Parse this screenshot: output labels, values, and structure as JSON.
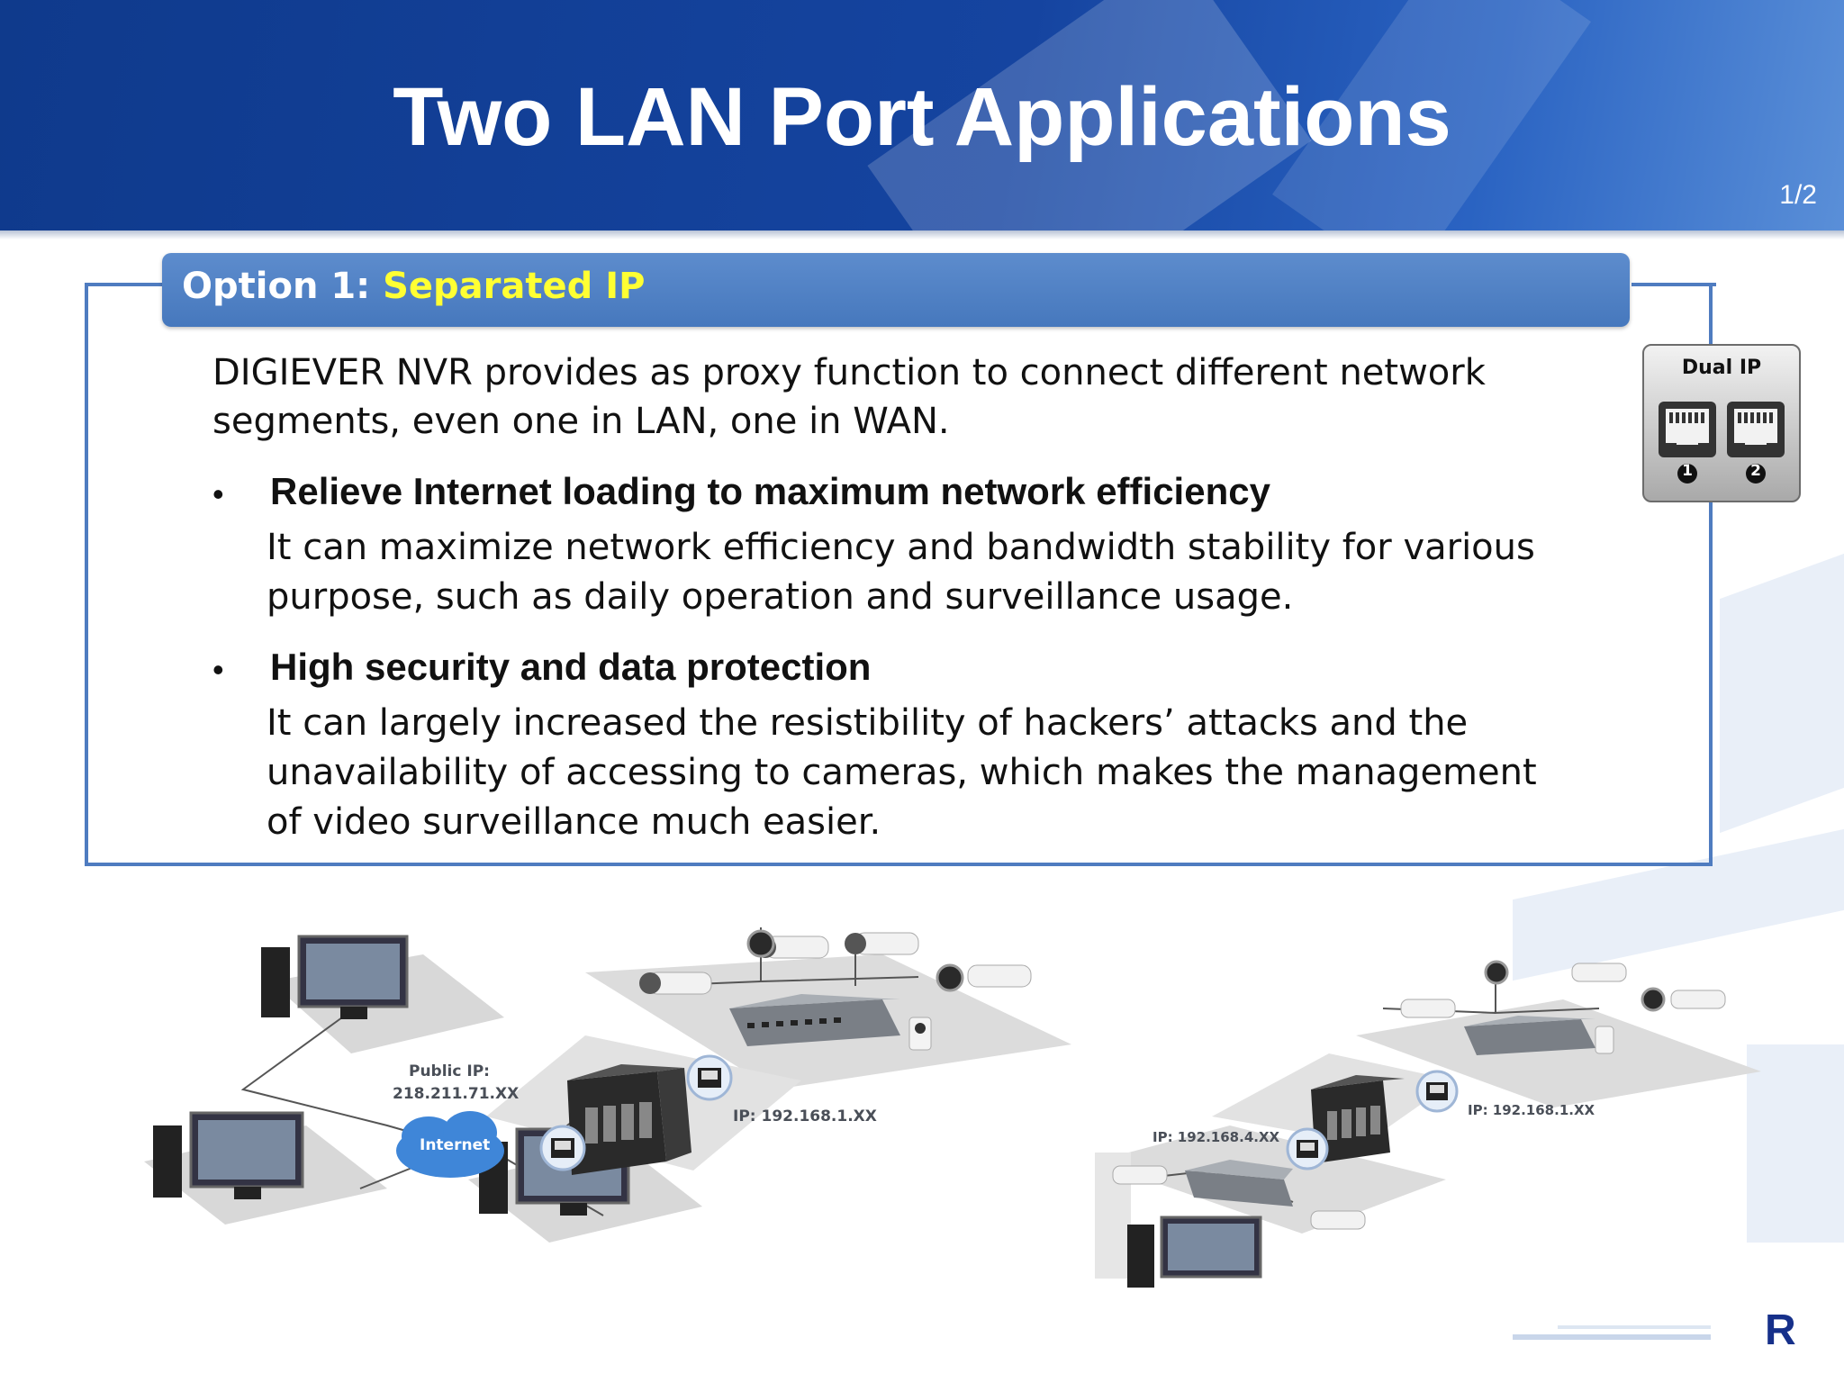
{
  "slide": {
    "title": "Two LAN Port Applications",
    "page": "1/2"
  },
  "option": {
    "prefix": "Option 1: ",
    "name": "Separated IP"
  },
  "intro": {
    "line1": "DIGIEVER NVR provides as proxy function to connect different network",
    "line2": "segments, even one in LAN, one in WAN."
  },
  "bullets": [
    {
      "marker": "•",
      "heading": "Relieve Internet loading to maximum network efficiency",
      "lines": [
        "It can maximize network efficiency and bandwidth stability for various",
        "purpose, such as daily operation and surveillance usage."
      ]
    },
    {
      "marker": "•",
      "heading": "High security and data protection",
      "lines": [
        "It can largely increased the resistibility of hackers’ attacks and the",
        "unavailability of accessing to cameras, which makes the management",
        "of video surveillance much easier."
      ]
    }
  ],
  "dual_ip_badge": {
    "label": "Dual IP",
    "port1": "1",
    "port2": "2"
  },
  "diagram_left": {
    "public_ip_label": "Public IP:",
    "public_ip_value": "218.211.71.XX",
    "cloud_label": "Internet",
    "lan_ip": "IP: 192.168.1.XX"
  },
  "diagram_right": {
    "ip_left": "IP: 192.168.4.XX",
    "ip_right": "IP: 192.168.1.XX"
  },
  "logo": {
    "text": "R"
  },
  "colors": {
    "header_blue": "#1544a0",
    "panel_border": "#4f7cc0",
    "option_bar": "#4f80c2",
    "option_highlight": "#ffff33"
  }
}
